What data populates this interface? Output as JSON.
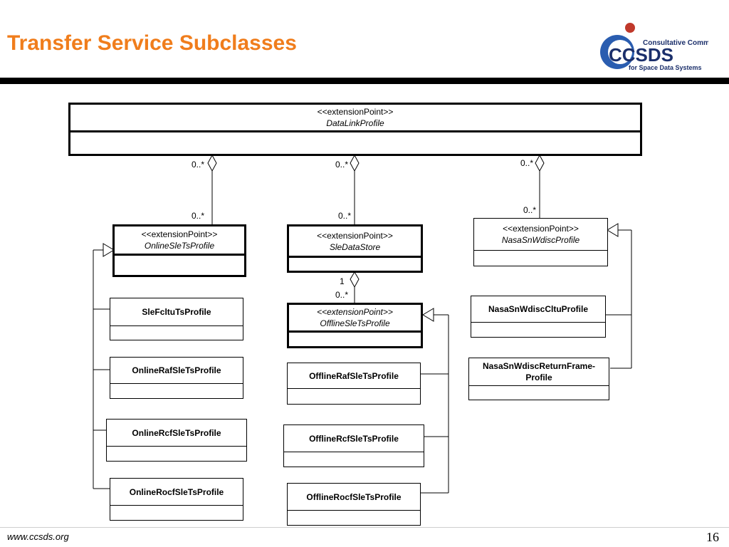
{
  "slide": {
    "title": "Transfer Service Subclasses",
    "footer_url": "www.ccsds.org",
    "page_number": "16",
    "logo": {
      "line1": "Consultative Committee",
      "mark": "CCSDS",
      "line2": "for Space Data Systems"
    }
  },
  "diagram": {
    "classes": {
      "data_link_profile": {
        "stereotype": "<<extensionPoint>>",
        "name": "DataLinkProfile"
      },
      "online_sle_ts_profile": {
        "stereotype": "<<extensionPoint>>",
        "name": "OnlineSleTsProfile"
      },
      "sle_data_store": {
        "stereotype": "<<extensionPoint>>",
        "name": "SleDataStore"
      },
      "nasa_sn_wdisc_profile": {
        "stereotype": "<<extensionPoint>>",
        "name": "NasaSnWdiscProfile"
      },
      "offline_sle_ts_profile": {
        "stereotype": "<<extensionPoint>>",
        "name": "OfflineSleTsProfile"
      },
      "sle_fcltu_ts_profile": {
        "name": "SleFcltuTsProfile"
      },
      "online_raf_sle_ts_profile": {
        "name": "OnlineRafSleTsProfile"
      },
      "online_rcf_sle_ts_profile": {
        "name": "OnlineRcfSleTsProfile"
      },
      "online_rocf_sle_ts_profile": {
        "name": "OnlineRocfSleTsProfile"
      },
      "offline_raf_sle_ts_profile": {
        "name": "OfflineRafSleTsProfile"
      },
      "offline_rcf_sle_ts_profile": {
        "name": "OfflineRcfSleTsProfile"
      },
      "offline_rocf_sle_ts_profile": {
        "name": "OfflineRocfSleTsProfile"
      },
      "nasa_sn_wdisc_cltu_profile": {
        "name": "NasaSnWdiscCltuProfile"
      },
      "nasa_sn_wdisc_return_frame_profile": {
        "name": "NasaSnWdiscReturnFrame-Profile"
      }
    },
    "multiplicities": {
      "dlp_left": "0..*",
      "dlp_mid": "0..*",
      "dlp_right": "0..*",
      "online_top": "0..*",
      "store_top": "0..*",
      "nasa_top": "0..*",
      "store_bottom": "1",
      "offline_top": "0..*"
    }
  }
}
